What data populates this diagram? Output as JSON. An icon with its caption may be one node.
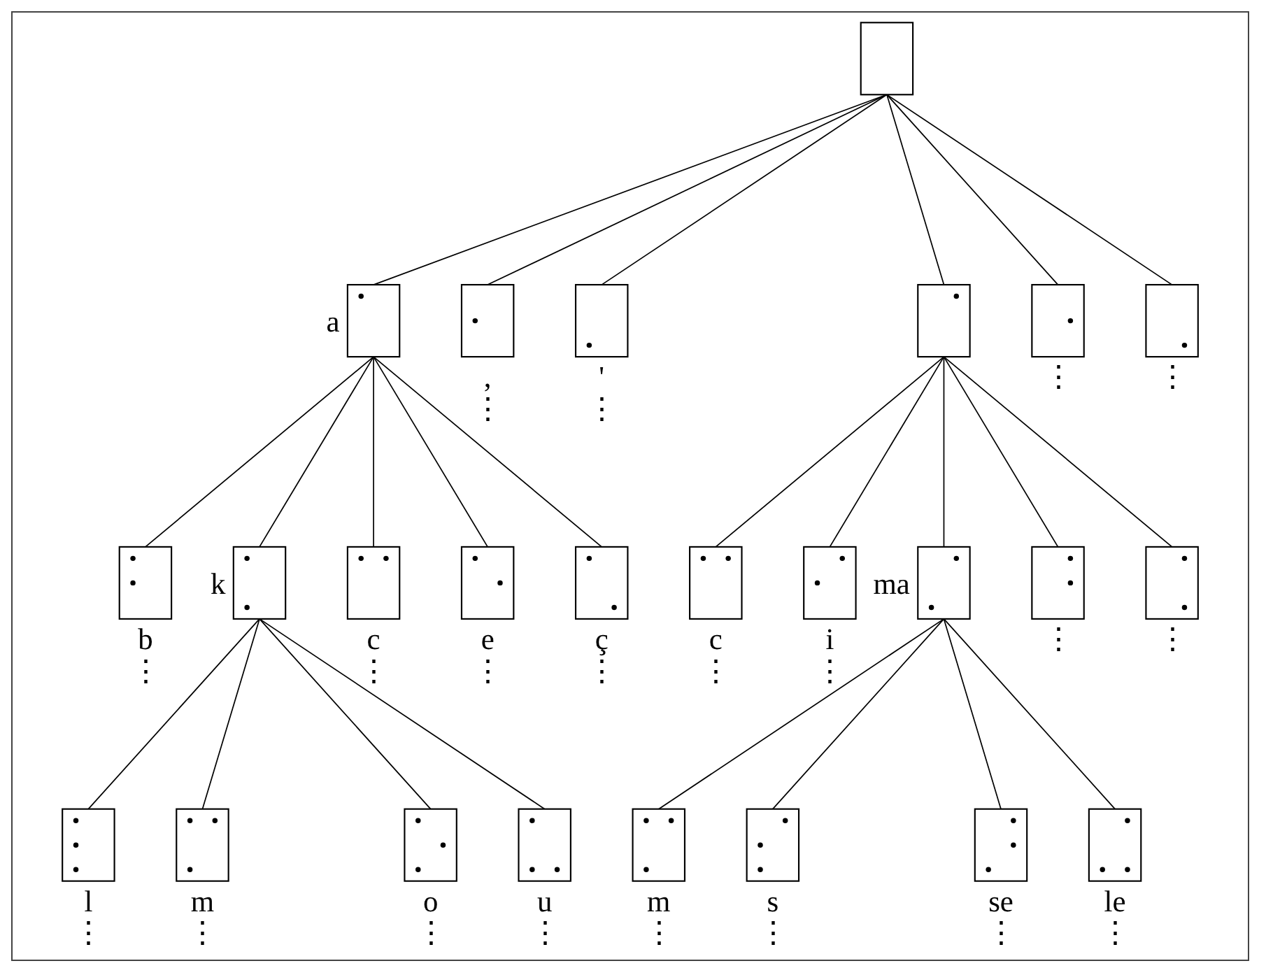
{
  "diagram": {
    "nodes": [
      {
        "text": [],
        "shape": "box"
      },
      {
        "text": [],
        "shape": "box",
        "beside": [
          "a"
        ]
      },
      {
        "text": [],
        "shape": "box",
        "beside": [
          ",",
          "⋮"
        ]
      },
      {
        "text": [],
        "shape": "box",
        "beside": [
          "'",
          "⋮"
        ]
      },
      {
        "text": [],
        "shape": "box"
      },
      {
        "text": [],
        "shape": "box",
        "beside": [
          "⋮"
        ]
      },
      {
        "text": [],
        "shape": "box",
        "beside": [
          "⋮"
        ]
      },
      {
        "text": [],
        "shape": "box",
        "beside": [
          "b",
          "⋮"
        ]
      },
      {
        "text": [],
        "shape": "box",
        "beside": [
          "k"
        ]
      },
      {
        "text": [],
        "shape": "box",
        "beside": [
          "c",
          "⋮"
        ]
      },
      {
        "text": [],
        "shape": "box",
        "beside": [
          "e",
          "⋮"
        ]
      },
      {
        "text": [],
        "shape": "box",
        "beside": [
          "ç",
          "⋮"
        ]
      },
      {
        "text": [],
        "shape": "box",
        "beside": [
          "c",
          "⋮"
        ]
      },
      {
        "text": [],
        "shape": "box",
        "beside": [
          "i",
          "⋮"
        ]
      },
      {
        "text": [],
        "shape": "box",
        "beside": [
          "ma"
        ]
      },
      {
        "text": [],
        "shape": "box",
        "beside": [
          "⋮"
        ]
      },
      {
        "text": [],
        "shape": "box",
        "beside": [
          "⋮"
        ]
      },
      {
        "text": [],
        "shape": "box",
        "beside": [
          "l",
          "⋮"
        ]
      },
      {
        "text": [],
        "shape": "box",
        "beside": [
          "m",
          "⋮"
        ]
      },
      {
        "text": [],
        "shape": "box",
        "beside": [
          "o",
          "⋮"
        ]
      },
      {
        "text": [],
        "shape": "box",
        "beside": [
          "u",
          "⋮"
        ]
      },
      {
        "text": [],
        "shape": "box",
        "beside": [
          "m",
          "⋮"
        ]
      },
      {
        "text": [],
        "shape": "box",
        "beside": [
          "s",
          "⋮"
        ]
      },
      {
        "text": [],
        "shape": "box",
        "beside": [
          "se",
          "⋮"
        ]
      },
      {
        "text": [],
        "shape": "box",
        "beside": [
          "le",
          "⋮"
        ]
      }
    ],
    "edges": [
      {
        "from": 0,
        "to": 1,
        "arrow": "none"
      },
      {
        "from": 0,
        "to": 2,
        "arrow": "none"
      },
      {
        "from": 0,
        "to": 3,
        "arrow": "none"
      },
      {
        "from": 0,
        "to": 4,
        "arrow": "none"
      },
      {
        "from": 0,
        "to": 5,
        "arrow": "none"
      },
      {
        "from": 0,
        "to": 6,
        "arrow": "none"
      },
      {
        "from": 1,
        "to": 7,
        "arrow": "none"
      },
      {
        "from": 1,
        "to": 8,
        "arrow": "none"
      },
      {
        "from": 1,
        "to": 9,
        "arrow": "none"
      },
      {
        "from": 1,
        "to": 10,
        "arrow": "none"
      },
      {
        "from": 1,
        "to": 11,
        "arrow": "none"
      },
      {
        "from": 4,
        "to": 12,
        "arrow": "none"
      },
      {
        "from": 4,
        "to": 13,
        "arrow": "none"
      },
      {
        "from": 4,
        "to": 14,
        "arrow": "none"
      },
      {
        "from": 4,
        "to": 15,
        "arrow": "none"
      },
      {
        "from": 4,
        "to": 16,
        "arrow": "none"
      },
      {
        "from": 8,
        "to": 17,
        "arrow": "none"
      },
      {
        "from": 8,
        "to": 18,
        "arrow": "none"
      },
      {
        "from": 8,
        "to": 19,
        "arrow": "none"
      },
      {
        "from": 8,
        "to": 20,
        "arrow": "none"
      },
      {
        "from": 14,
        "to": 21,
        "arrow": "none"
      },
      {
        "from": 14,
        "to": 22,
        "arrow": "none"
      },
      {
        "from": 14,
        "to": 23,
        "arrow": "none"
      },
      {
        "from": 14,
        "to": 24,
        "arrow": "none"
      }
    ]
  }
}
